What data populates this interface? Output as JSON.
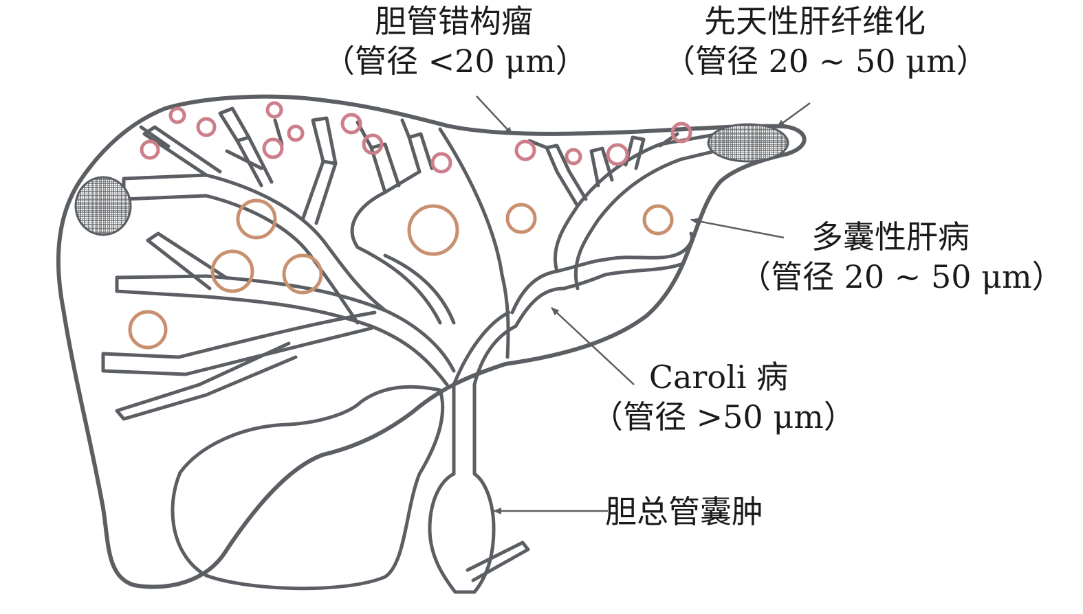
{
  "labels": {
    "bile_duct_hamartoma": {
      "name": "胆管错构瘤",
      "caliber": "（管径 <20 μm）"
    },
    "congenital_hepatic_fibrosis": {
      "name": "先天性肝纤维化",
      "caliber": "（管径 20 ~ 50 μm）"
    },
    "polycystic_liver_disease": {
      "name": "多囊性肝病",
      "caliber": "（管径 20 ~ 50 μm）"
    },
    "caroli_disease": {
      "name": "Caroli 病",
      "caliber": "（管径 >50 μm）"
    },
    "choledochal_cyst": {
      "name": "胆总管囊肿"
    }
  },
  "colors": {
    "outline": "#5b5e62",
    "small_cyst": "#cc7e8a",
    "large_cyst": "#c8906e",
    "text": "#1a1a1a"
  }
}
